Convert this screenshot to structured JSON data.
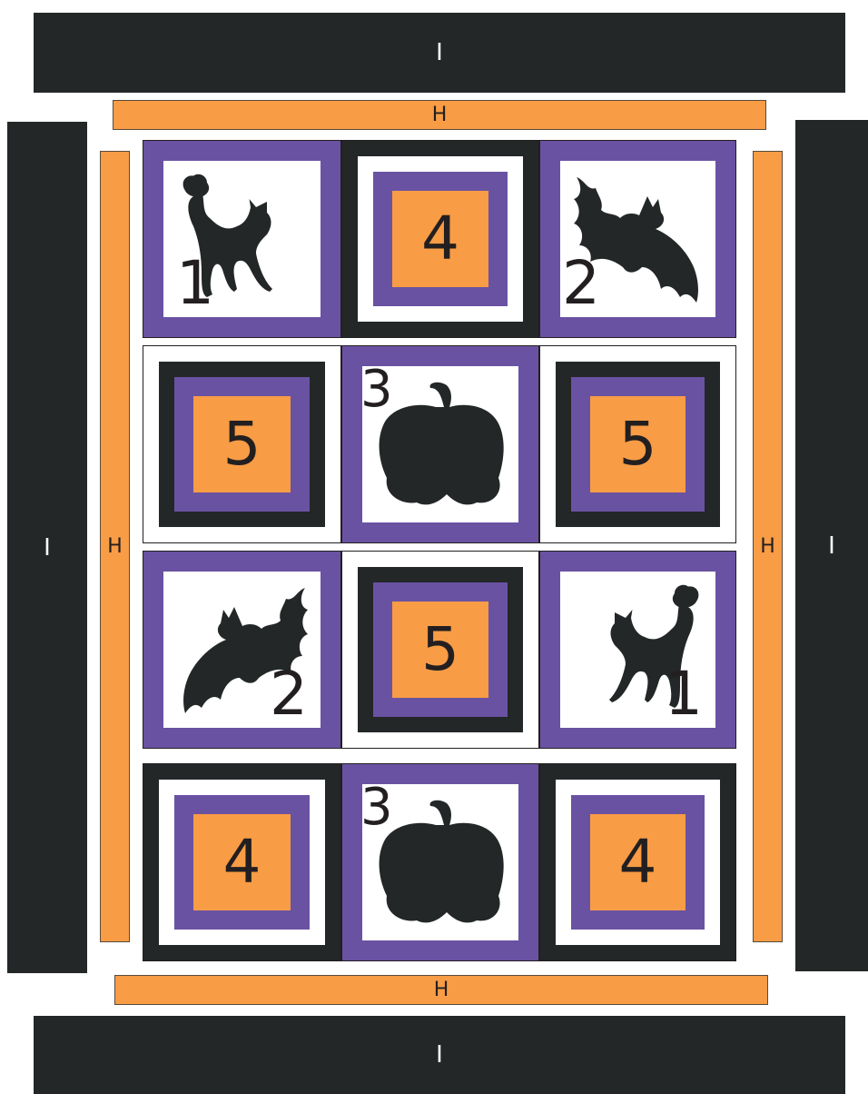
{
  "colors": {
    "dark": "#232727",
    "orange": "#f89c45",
    "purple": "#6a52a3",
    "white": "#ffffff"
  },
  "borders": {
    "outer_label": "I",
    "inner_label": "H"
  },
  "blocks": [
    {
      "label": "1",
      "motif": "cat-icon"
    },
    {
      "label": "4",
      "motif": "log-cabin"
    },
    {
      "label": "2",
      "motif": "bat-icon"
    },
    {
      "label": "5",
      "motif": "log-cabin"
    },
    {
      "label": "3",
      "motif": "pumpkin-icon"
    },
    {
      "label": "5",
      "motif": "log-cabin"
    },
    {
      "label": "2",
      "motif": "bat-icon"
    },
    {
      "label": "5",
      "motif": "log-cabin"
    },
    {
      "label": "1",
      "motif": "cat-icon"
    },
    {
      "label": "4",
      "motif": "log-cabin"
    },
    {
      "label": "3",
      "motif": "pumpkin-icon"
    },
    {
      "label": "4",
      "motif": "log-cabin"
    }
  ]
}
